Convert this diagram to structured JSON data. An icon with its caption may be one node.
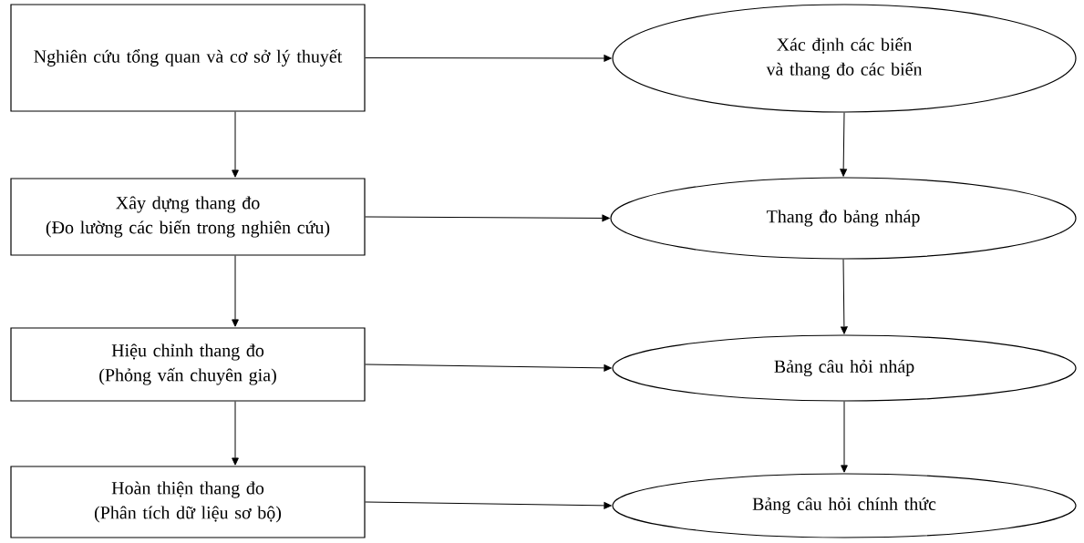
{
  "diagram": {
    "nodes": [
      {
        "text": [
          "Nghiên cứu tổng quan và cơ sở lý thuyết"
        ]
      },
      {
        "text": [
          "Xác định các biến và thang đo các biến"
        ]
      },
      {
        "text": [
          "Xây dựng thang đo",
          "(Đo lường các biến trong nghiên cứu)"
        ]
      },
      {
        "text": [
          "Thang đo bảng nháp"
        ]
      },
      {
        "text": [
          "Hiệu chỉnh thang đo",
          "(Phỏng vấn chuyên gia)"
        ]
      },
      {
        "text": [
          "Bảng câu hỏi nháp"
        ]
      },
      {
        "text": [
          "Hoàn thiện thang đo",
          "(Phân tích dữ liệu sơ bộ)"
        ]
      },
      {
        "text": [
          "Bảng câu hỏi chính thức"
        ]
      }
    ],
    "edges": [
      {
        "from": 0,
        "to": 1,
        "arrow": "to"
      },
      {
        "from": 0,
        "to": 2,
        "arrow": "to"
      },
      {
        "from": 1,
        "to": 3,
        "arrow": "to"
      },
      {
        "from": 2,
        "to": 3,
        "arrow": "to"
      },
      {
        "from": 2,
        "to": 4,
        "arrow": "to"
      },
      {
        "from": 3,
        "to": 5,
        "arrow": "to"
      },
      {
        "from": 4,
        "to": 5,
        "arrow": "to"
      },
      {
        "from": 4,
        "to": 6,
        "arrow": "to"
      },
      {
        "from": 5,
        "to": 7,
        "arrow": "to"
      },
      {
        "from": 6,
        "to": 7,
        "arrow": "to"
      }
    ]
  }
}
